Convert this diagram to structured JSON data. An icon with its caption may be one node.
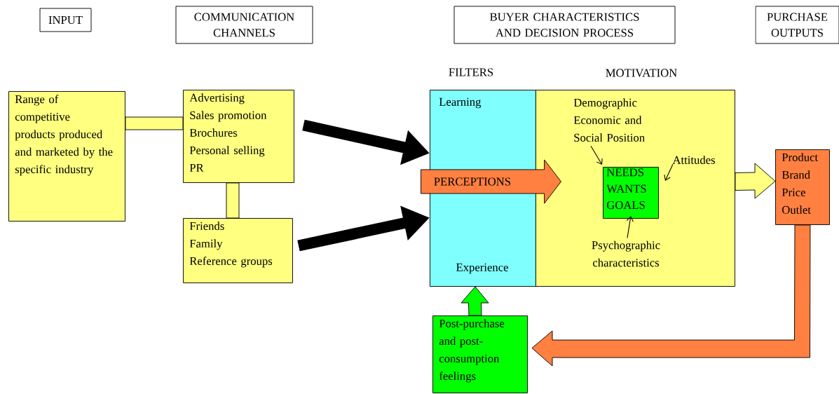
{
  "diagram": {
    "nodes": [
      {
        "text": [
          "INPUT"
        ]
      },
      {
        "text": [
          "COMMUNICATION CHANNELS"
        ]
      },
      {
        "text": [
          "BUYER CHARACTERISTICS AND DECISION PROCESS"
        ]
      },
      {
        "text": [
          "PURCHASE OUTPUTS"
        ]
      },
      {
        "text": [
          "Range of competitive products produced and marketed by the specific industry"
        ]
      },
      {
        "text": [
          "Advertising",
          "Sales promotion",
          "Brochures",
          "Personal selling",
          "PR"
        ]
      },
      {
        "text": [
          "Friends",
          "Family",
          "Reference groups"
        ]
      },
      {
        "text": [
          "FILTERS",
          "Learning",
          "Experience"
        ]
      },
      {
        "text": [
          "MOTIVATION"
        ]
      },
      {
        "text": [
          "PERCEPTIONS"
        ]
      },
      {
        "text": [
          "Demographic Economic and Social Position"
        ],
        "in": 8
      },
      {
        "text": [
          "Attitudes"
        ],
        "in": 8
      },
      {
        "text": [
          "NEEDS",
          "WANTS",
          "GOALS"
        ],
        "in": 8
      },
      {
        "text": [
          "Psychographic characteristics"
        ],
        "in": 8
      },
      {
        "text": [
          "Product",
          "Brand",
          "Price",
          "Outlet"
        ]
      },
      {
        "text": [
          "Post-purchase and post-consumption feelings"
        ]
      }
    ],
    "edges": [
      {
        "from": 4,
        "to": 5,
        "arrow": "none",
        "color": "#ffff80"
      },
      {
        "from": 5,
        "to": 6,
        "arrow": "none",
        "color": "#ffff80"
      },
      {
        "from": 5,
        "to": 7,
        "arrow": "to",
        "style": "thick"
      },
      {
        "from": 6,
        "to": 7,
        "arrow": "to",
        "style": "thick"
      },
      {
        "from": 10,
        "to": 12,
        "arrow": "to"
      },
      {
        "from": 11,
        "to": 12,
        "arrow": "to"
      },
      {
        "from": 13,
        "to": 12,
        "arrow": "to"
      },
      {
        "from": 8,
        "to": 14,
        "arrow": "to",
        "color": "#ffff80"
      },
      {
        "from": 14,
        "to": 15,
        "arrow": "to",
        "color": "#ff8040"
      },
      {
        "from": 15,
        "to": 7,
        "arrow": "to",
        "color": "#00ff00"
      }
    ]
  }
}
